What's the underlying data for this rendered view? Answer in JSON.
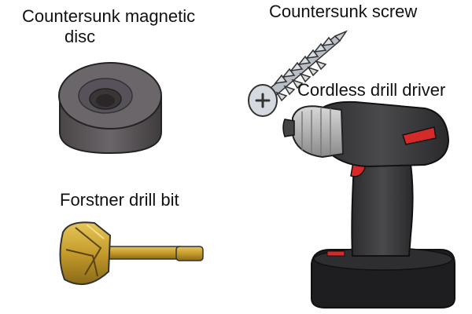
{
  "labels": {
    "disc_line1": "Countersunk magnetic",
    "disc_line2": "disc",
    "screw": "Countersunk screw",
    "drill": "Cordless drill driver",
    "bit": "Forstner drill bit"
  },
  "icons": {
    "disc": "countersunk-magnetic-disc-illustration",
    "screw": "countersunk-screw-illustration",
    "drill": "cordless-drill-driver-illustration",
    "bit": "forstner-drill-bit-illustration"
  },
  "colors": {
    "disc": "#5a5558",
    "screw_metal": "#c9ced4",
    "drill_body": "#3a3a3c",
    "drill_accent": "#d62a2a",
    "bit_brass": "#c9a233"
  }
}
